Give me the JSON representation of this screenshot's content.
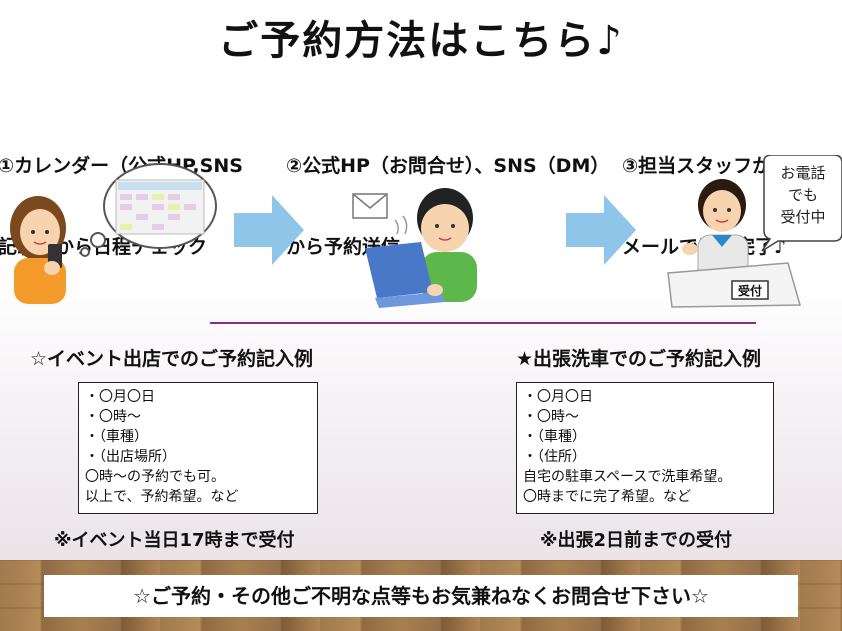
{
  "title": "ご予約方法はこちら♪",
  "steps": [
    {
      "line1": "①カレンダー（公式HP,SNS",
      "line2": "記載）から日程チェック"
    },
    {
      "line1": "②公式HP（お問合せ）、SNS（DM）",
      "line2": "から予約送信"
    },
    {
      "line1": "③担当スタッフから返信",
      "line2": "メールで予約完了♪"
    }
  ],
  "phone_bubble": {
    "line1": "お電話",
    "line2": "でも",
    "line3": "受付中"
  },
  "reception_sign": "受付",
  "sections": [
    {
      "heading": "☆イベント出店でのご予約記入例",
      "lines": [
        "・〇月〇日",
        "・〇時～",
        "・（車種）",
        "・（出店場所）",
        "〇時～の予約でも可。",
        "以上で、予約希望。など"
      ],
      "deadline": "※イベント当日17時まで受付"
    },
    {
      "heading": "★出張洗車でのご予約記入例",
      "lines": [
        "・〇月〇日",
        "・〇時～",
        "・（車種）",
        "・（住所）",
        "自宅の駐車スペースで洗車希望。",
        "〇時までに完了希望。など"
      ],
      "deadline": "※出張2日前までの受付"
    }
  ],
  "banner": "☆ご予約・その他ご不明な点等もお気兼ねなくお問合せ下さい☆",
  "colors": {
    "accent": "#8a2c8a",
    "arrow": "#8ec5e8",
    "floor": "#a07a4e"
  }
}
